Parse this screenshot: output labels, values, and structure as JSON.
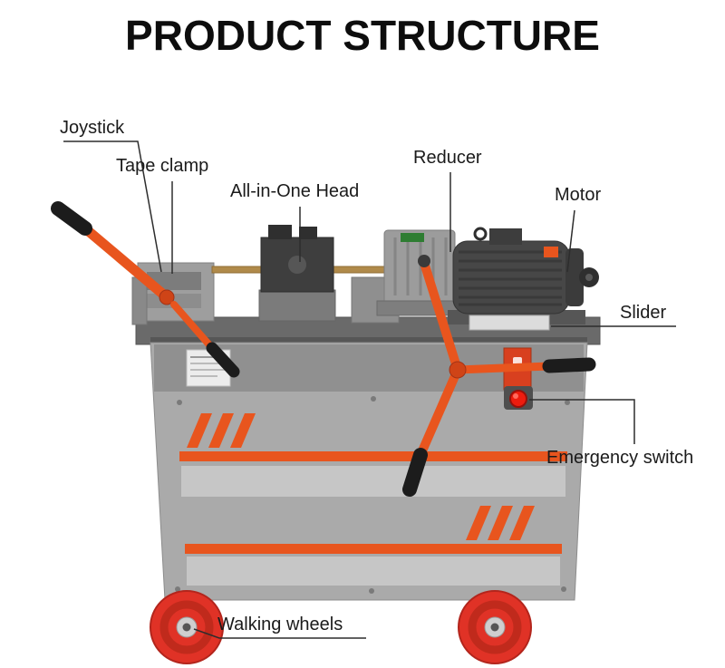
{
  "title": "PRODUCT STRUCTURE",
  "labels": {
    "joystick": "Joystick",
    "tape_clamp": "Tape clamp",
    "all_in_one_head": "All-in-One Head",
    "reducer": "Reducer",
    "motor": "Motor",
    "slider": "Slider",
    "emergency_switch": "Emergency switch",
    "walking_wheels": "Walking wheels"
  },
  "colors": {
    "accent_orange": "#E8551E",
    "wheel_red": "#E03226",
    "machine_light_gray": "#AAAAAA",
    "machine_dark_gray": "#474747",
    "title_color": "#0D0D0D",
    "leader_line": "#2D2D2D",
    "emergency_red": "#EE1C0E"
  }
}
